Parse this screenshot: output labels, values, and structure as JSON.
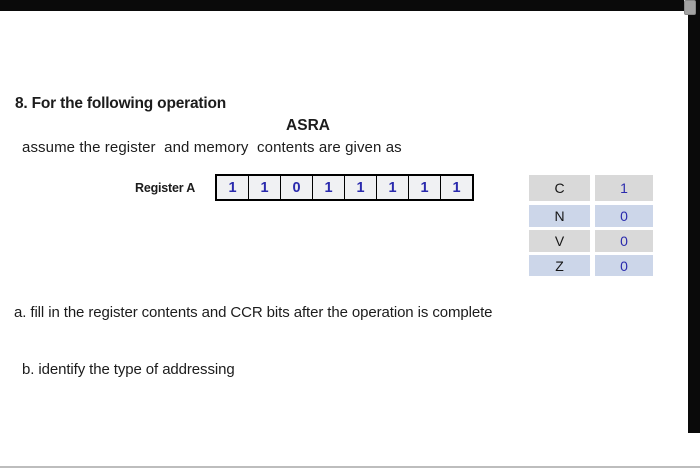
{
  "page": {
    "question_title": "8. For the following operation",
    "operation": "ASRA",
    "assumption_line": "assume the register  and memory  contents are given as",
    "part_a": "a. fill in the register contents and CCR bits after the operation is complete",
    "part_b": "b. identify the type of addressing"
  },
  "register": {
    "label": "Register A",
    "bits": [
      "1",
      "1",
      "0",
      "1",
      "1",
      "1",
      "1",
      "1"
    ]
  },
  "ccr": {
    "rows": [
      {
        "flag": "C",
        "value": "1"
      },
      {
        "flag": "N",
        "value": "0"
      },
      {
        "flag": "V",
        "value": "0"
      },
      {
        "flag": "Z",
        "value": "0"
      }
    ]
  },
  "colors": {
    "digit_blue": "#2a2aad",
    "row_gray": "#d9d9d9",
    "row_blue": "#ccd6e9",
    "cell_background": "#f0f1f3",
    "chrome_black": "#0a0a0a",
    "scroll_thumb_gray": "#a3a3a3"
  }
}
